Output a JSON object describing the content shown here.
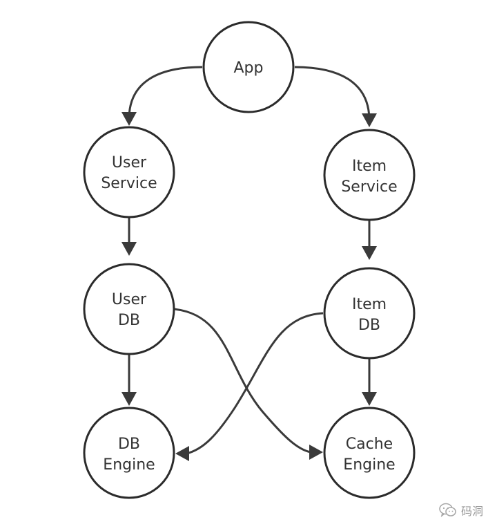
{
  "nodes": {
    "app": {
      "lines": [
        "App"
      ]
    },
    "user_service": {
      "lines": [
        "User",
        "Service"
      ]
    },
    "item_service": {
      "lines": [
        "Item",
        "Service"
      ]
    },
    "user_db": {
      "lines": [
        "User",
        "DB"
      ]
    },
    "item_db": {
      "lines": [
        "Item",
        "DB"
      ]
    },
    "db_engine": {
      "lines": [
        "DB",
        "Engine"
      ]
    },
    "cache_engine": {
      "lines": [
        "Cache",
        "Engine"
      ]
    }
  },
  "edges": [
    {
      "from": "app",
      "to": "user_service"
    },
    {
      "from": "app",
      "to": "item_service"
    },
    {
      "from": "user_service",
      "to": "user_db"
    },
    {
      "from": "item_service",
      "to": "item_db"
    },
    {
      "from": "user_db",
      "to": "db_engine"
    },
    {
      "from": "item_db",
      "to": "cache_engine"
    },
    {
      "from": "user_db",
      "to": "cache_engine"
    },
    {
      "from": "item_db",
      "to": "db_engine"
    }
  ],
  "watermark": {
    "text": "码洞",
    "icon": "wechat-icon"
  }
}
